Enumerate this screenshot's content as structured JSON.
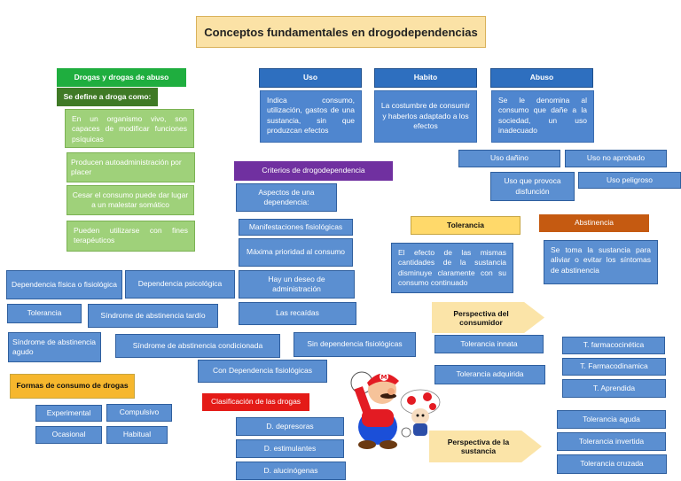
{
  "title": "Conceptos fundamentales en drogodependencias",
  "nodes": {
    "drogas_abuso": "Drogas y drogas de abuso",
    "se_define": "Se define a droga como:",
    "def_1": "En un organismo vivo, son capaces de modificar funciones psíquicas",
    "def_2": "Producen autoadministración por placer",
    "def_3": "Cesar el consumo puede dar lugar a un malestar somático",
    "def_4": "Pueden utilizarse con fines terapéuticos",
    "uso": "Uso",
    "uso_desc": "Indica consumo, utilización, gastos de una sustancia, sin que produzcan efectos",
    "habito": "Habito",
    "habito_desc": "La costumbre de consumir y haberlos adaptado a los efectos",
    "abuso": "Abuso",
    "abuso_desc": "Se le denomina al consumo que dañe a la sociedad, un uso inadecuado",
    "uso_danino": "Uso dañino",
    "uso_no_aprobado": "Uso no aprobado",
    "uso_disfuncion": "Uso que provoca disfunción",
    "uso_peligroso": "Uso peligroso",
    "criterios": "Criterios de drogodependencia",
    "aspectos": "Aspectos de una dependencia:",
    "manifestaciones": "Manifestaciones fisiológicas",
    "maxima": "Máxima prioridad al consumo",
    "deseo": "Hay un deseo de administración",
    "recaidas": "Las recaídas",
    "tolerancia_head": "Tolerancia",
    "tolerancia_desc": "El efecto de las mismas cantidades de la sustancia disminuye claramente con su consumo continuado",
    "abstinencia_head": "Abstinencia",
    "abstinencia_desc": "Se toma la sustancia para aliviar o evitar los síntomas de abstinencia",
    "dep_fisica": "Dependencia física o fisiológica",
    "dep_psico": "Dependencia psicológica",
    "tolerancia_left": "Tolerancia",
    "sind_tardio": "Síndrome de abstinencia tardío",
    "sind_agudo": "Síndrome de abstinencia agudo",
    "sind_condicionada": "Síndrome de abstinencia condicionada",
    "sin_dep": "Sin dependencia fisiológicas",
    "con_dep": "Con Dependencia fisiológicas",
    "formas": "Formas de consumo de drogas",
    "experimental": "Experimental",
    "compulsivo": "Compulsivo",
    "ocasional": "Ocasional",
    "habitual": "Habitual",
    "clasificacion": "Clasificación de las drogas",
    "depresoras": "D. depresoras",
    "estimulantes": "D. estimulantes",
    "alucinogenas": "D. alucinógenas",
    "persp_consumidor": "Perspectiva del consumidor",
    "tol_innata": "Tolerancia innata",
    "tol_adquirida": "Tolerancia adquirida",
    "t_farmacocinetica": "T. farmacocinética",
    "t_farmacodinamica": "T. Farmacodinamica",
    "t_aprendida": "T. Aprendida",
    "tol_aguda": "Tolerancia aguda",
    "tol_invertida": "Tolerancia invertida",
    "tol_cruzada": "Tolerancia cruzada",
    "persp_sustancia": "Perspectiva de la sustancia"
  },
  "colors": {
    "blue": "#5b8fd1",
    "navy": "#2e6fbf",
    "light_green": "#9fd17a",
    "green": "#1fae3f",
    "dark_green": "#3f7a26",
    "purple": "#7030a0",
    "yellow": "#ffd96a",
    "orange": "#c55a11",
    "red": "#e41b17",
    "title_bg": "#fbe2a6"
  },
  "illustration": "mario-and-toad-cartoon"
}
